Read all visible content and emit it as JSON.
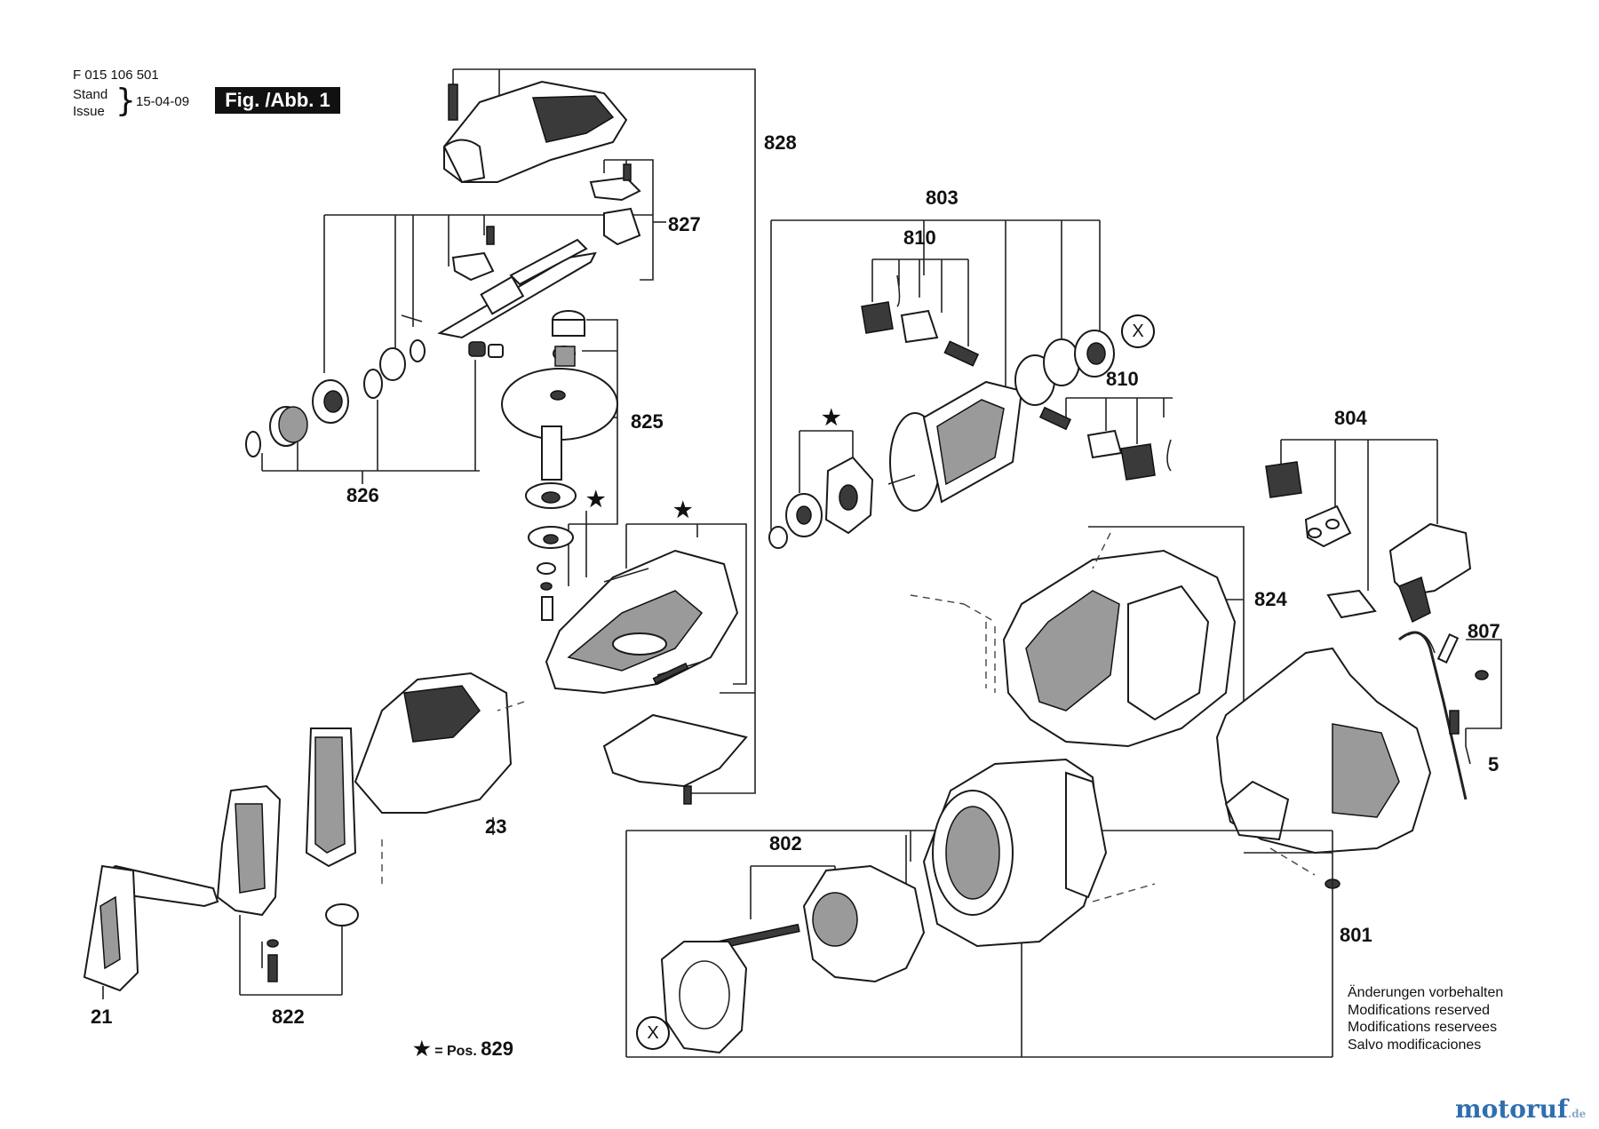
{
  "header": {
    "doc_number": "F 015 106 501",
    "stand_label": "Stand",
    "issue_label": "Issue",
    "date": "15-04-09",
    "figure_label": "Fig. /Abb. 1"
  },
  "callouts": {
    "c828": "828",
    "c827": "827",
    "c803": "803",
    "c810a": "810",
    "c810b": "810",
    "c825": "825",
    "c826": "826",
    "c804": "804",
    "c824": "824",
    "c807": "807",
    "c5": "5",
    "c23": "23",
    "c802": "802",
    "c801": "801",
    "c21": "21",
    "c822": "822"
  },
  "markers": {
    "x_symbol": "X",
    "star_symbol": "★"
  },
  "star_note": {
    "symbol": "★",
    "text": "= Pos.",
    "position_number": "829"
  },
  "notes": [
    "Änderungen vorbehalten",
    "Modifications reserved",
    "Modifications reservees",
    "Salvo modificaciones"
  ],
  "brand": {
    "name": "motoruf",
    "tld": ".de"
  }
}
